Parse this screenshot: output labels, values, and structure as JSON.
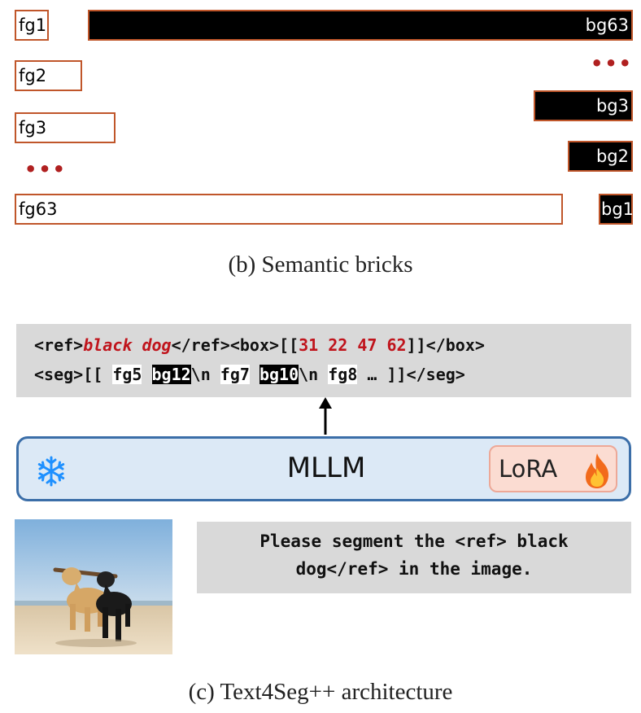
{
  "bricks": {
    "fg": [
      "fg1",
      "fg2",
      "fg3",
      "fg63"
    ],
    "bg": [
      "bg63",
      "bg3",
      "bg2",
      "bg1"
    ],
    "ellipsis": "•••"
  },
  "caption_b": "(b) Semantic bricks",
  "code": {
    "open_ref": "<ref>",
    "object": "black dog",
    "close_ref_box": "</ref><box>[[",
    "coords": "31 22 47 62",
    "close_box": "]]</box>",
    "seg_open": "<seg>[[ ",
    "fg5": "fg5",
    "bg12": "bg12",
    "nl1": "\\n ",
    "fg7": "fg7",
    "bg10": "bg10",
    "nl2": "\\n ",
    "fg8": "fg8",
    "seg_close": " … ]]</seg>"
  },
  "model": {
    "label": "MLLM",
    "lora": "LoRA",
    "frozen_icon": "snowflake-icon",
    "trainable_icon": "fire-icon",
    "frozen_color": "#1e90ff",
    "border_color": "#3b6ea8"
  },
  "prompt": {
    "line1": "Please segment the <ref> black",
    "line2": "dog</ref> in the image."
  },
  "caption_c": "(c) Text4Seg++ architecture",
  "colors": {
    "brick_border": "#c0562a",
    "accent_red": "#c0141c"
  }
}
